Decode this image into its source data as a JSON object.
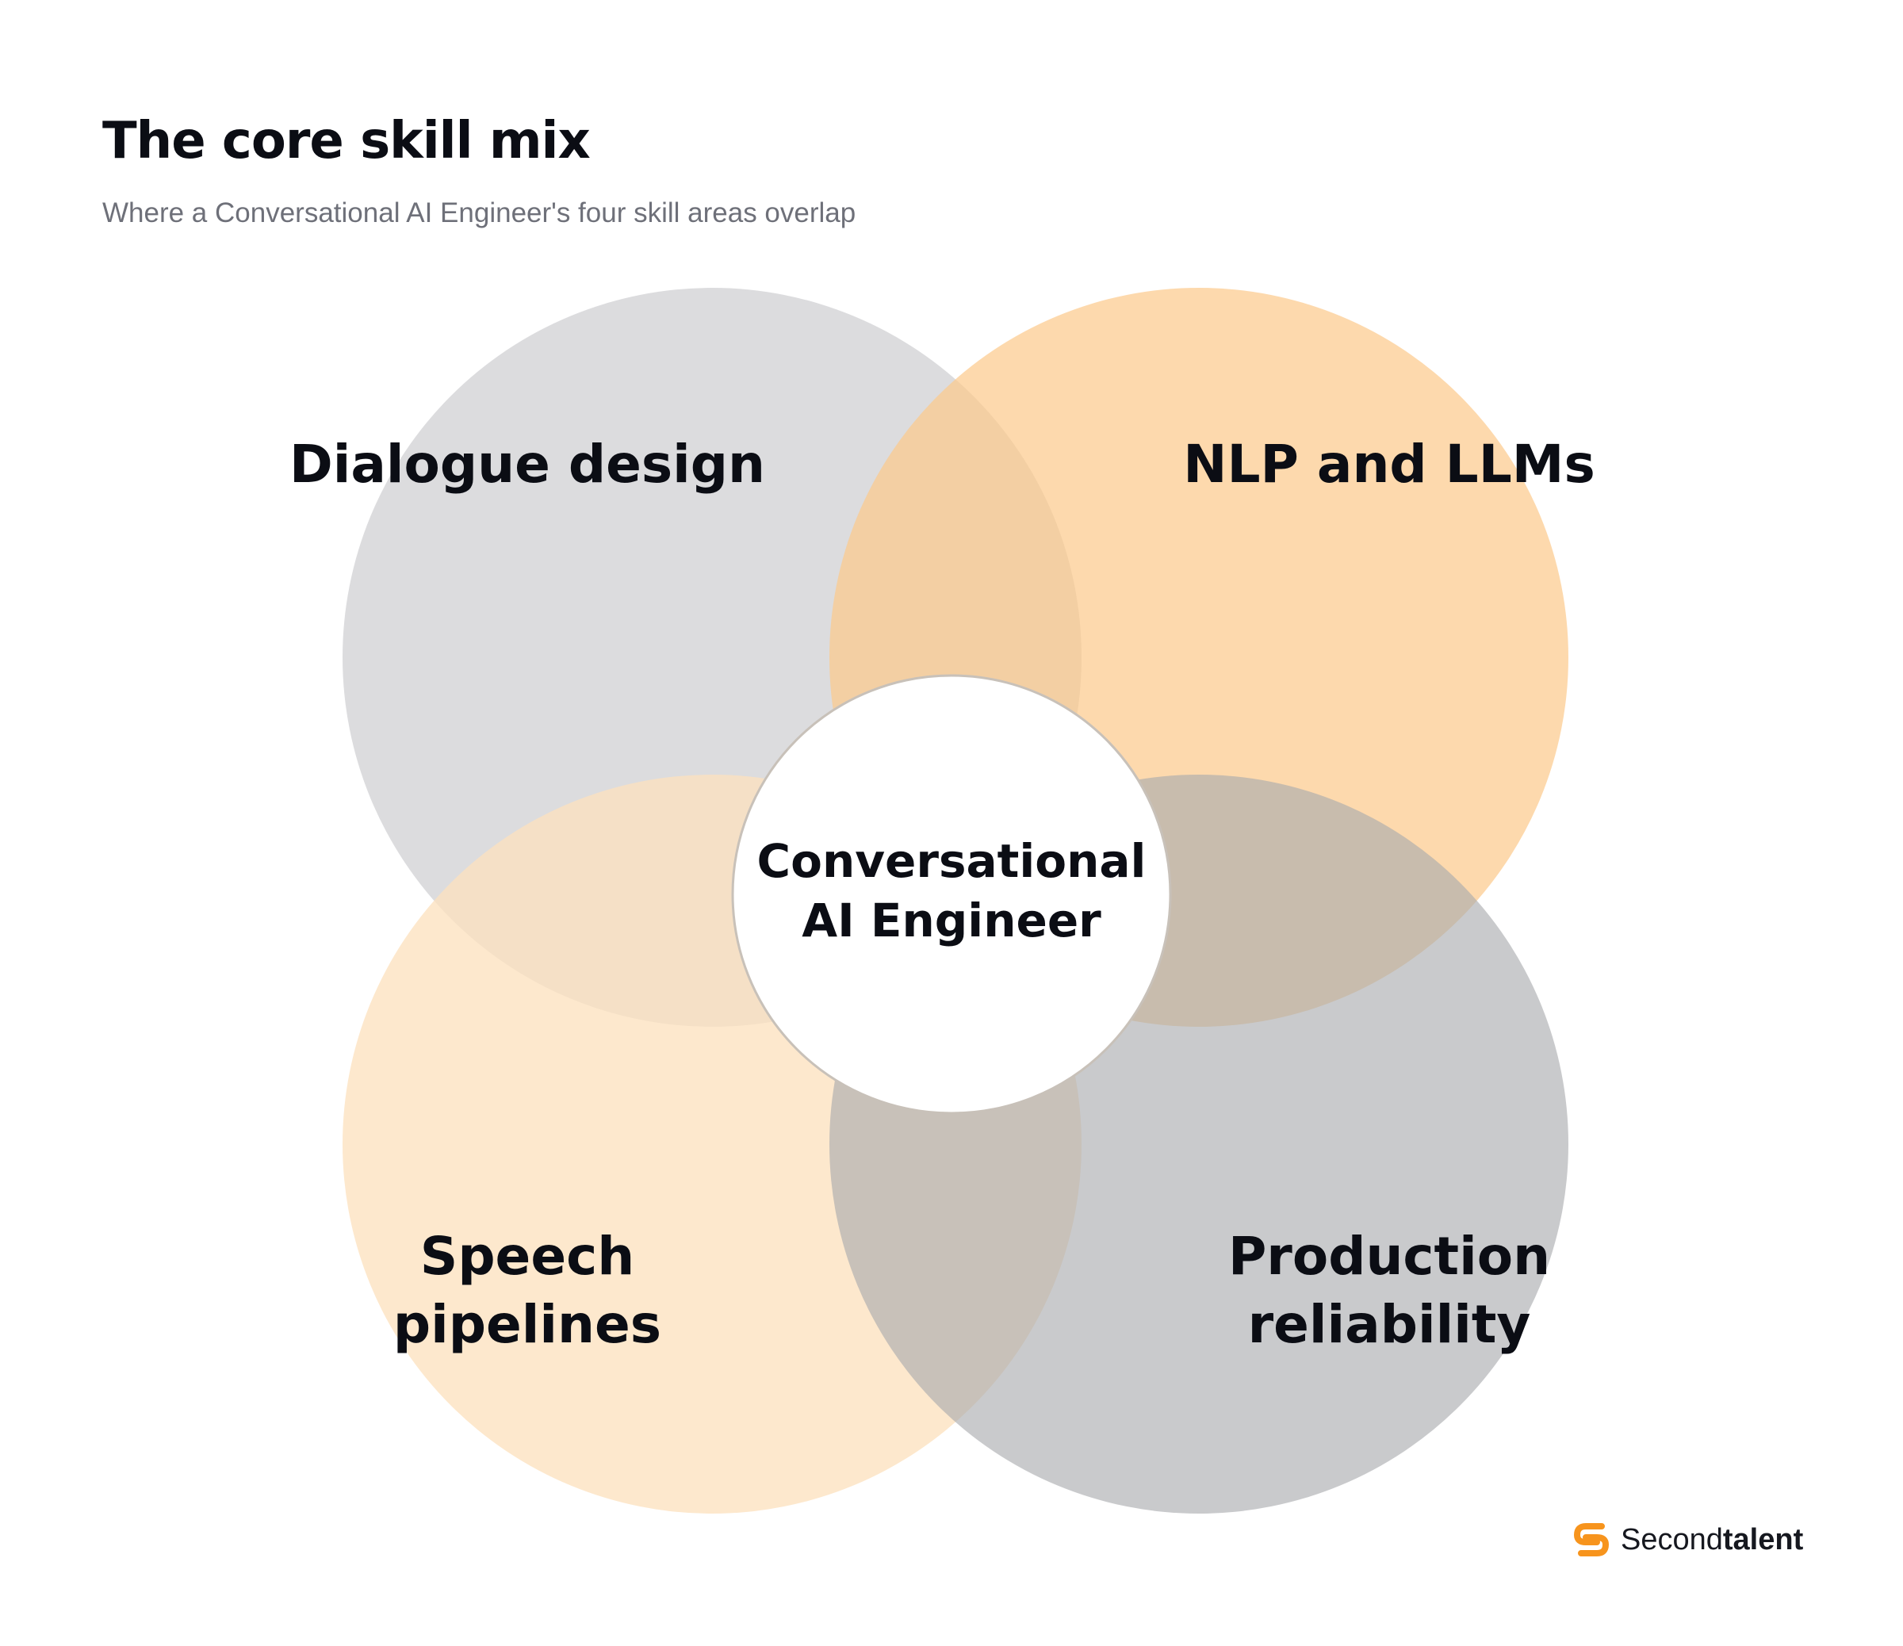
{
  "header": {
    "title": "The core skill mix",
    "subtitle": "Where a Conversational AI Engineer's four skill areas overlap"
  },
  "diagram": {
    "type": "venn-4",
    "center_label_line1": "Conversational",
    "center_label_line2": "AI Engineer",
    "areas": [
      {
        "id": "dialogue",
        "label_lines": [
          "Dialogue design"
        ],
        "color": "#c9c9cd",
        "opacity": 0.65
      },
      {
        "id": "nlp",
        "label_lines": [
          "NLP and LLMs"
        ],
        "color": "#fcc98a",
        "opacity": 0.7
      },
      {
        "id": "speech",
        "label_lines": [
          "Speech",
          "pipelines"
        ],
        "color": "#fde1bf",
        "opacity": 0.78
      },
      {
        "id": "production",
        "label_lines": [
          "Production",
          "reliability"
        ],
        "color": "#a8a9ad",
        "opacity": 0.62
      }
    ],
    "center_fill": "#ffffff",
    "center_stroke": "#c8c1b9"
  },
  "logo": {
    "brand_regular": "Second",
    "brand_bold": "talent",
    "mark_color": "#f7941d",
    "icon": "secondtalent-s-logo-icon"
  }
}
